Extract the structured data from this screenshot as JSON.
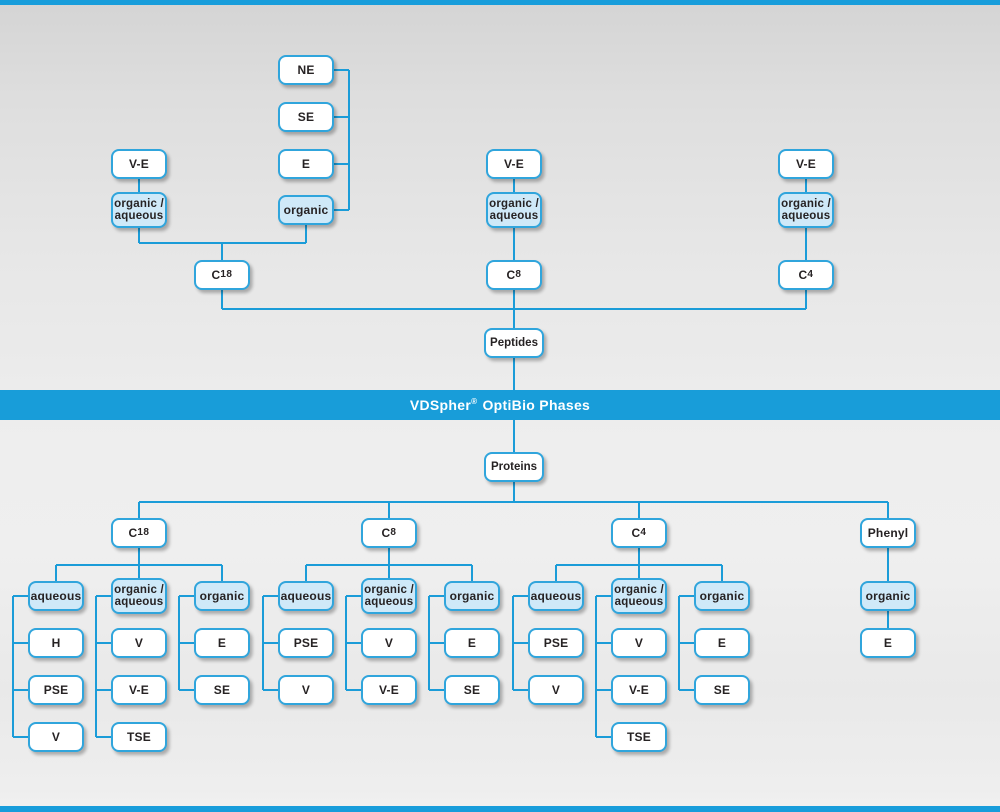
{
  "band": {
    "brand": "VDSpher",
    "reg": "®",
    "rest": " OptiBio Phases"
  },
  "pep": {
    "root": "Peptides",
    "c18": {
      "label_c": "C",
      "label_num": "18",
      "ve": "V-E",
      "oa": {
        "l1": "organic /",
        "l2": "aqueous"
      },
      "organic": {
        "label": "organic",
        "items": [
          "NE",
          "SE",
          "E"
        ]
      }
    },
    "c8": {
      "label_c": "C",
      "label_num": "8",
      "ve": "V-E",
      "oa": {
        "l1": "organic /",
        "l2": "aqueous"
      }
    },
    "c4": {
      "label_c": "C",
      "label_num": "4",
      "ve": "V-E",
      "oa": {
        "l1": "organic /",
        "l2": "aqueous"
      }
    }
  },
  "prot": {
    "root": "Proteins",
    "c18": {
      "label_c": "C",
      "label_num": "18",
      "aqueous": {
        "label": "aqueous",
        "items": [
          "H",
          "PSE",
          "V"
        ]
      },
      "oa": {
        "l1": "organic /",
        "l2": "aqueous",
        "items": [
          "V",
          "V-E",
          "TSE"
        ]
      },
      "organic": {
        "label": "organic",
        "items": [
          "E",
          "SE"
        ]
      }
    },
    "c8": {
      "label_c": "C",
      "label_num": "8",
      "aqueous": {
        "label": "aqueous",
        "items": [
          "PSE",
          "V"
        ]
      },
      "oa": {
        "l1": "organic /",
        "l2": "aqueous",
        "items": [
          "V",
          "V-E"
        ]
      },
      "organic": {
        "label": "organic",
        "items": [
          "E",
          "SE"
        ]
      }
    },
    "c4": {
      "label_c": "C",
      "label_num": "4",
      "aqueous": {
        "label": "aqueous",
        "items": [
          "PSE",
          "V"
        ]
      },
      "oa": {
        "l1": "organic /",
        "l2": "aqueous",
        "items": [
          "V",
          "V-E",
          "TSE"
        ]
      },
      "organic": {
        "label": "organic",
        "items": [
          "E",
          "SE"
        ]
      }
    },
    "phenyl": {
      "label": "Phenyl",
      "organic": {
        "label": "organic",
        "items": [
          "E"
        ]
      }
    }
  },
  "colors": {
    "cyan": "#189dd9",
    "line": "#1b9cd8",
    "box_fill_blue": "#cfe9f8",
    "text": "#262223"
  }
}
